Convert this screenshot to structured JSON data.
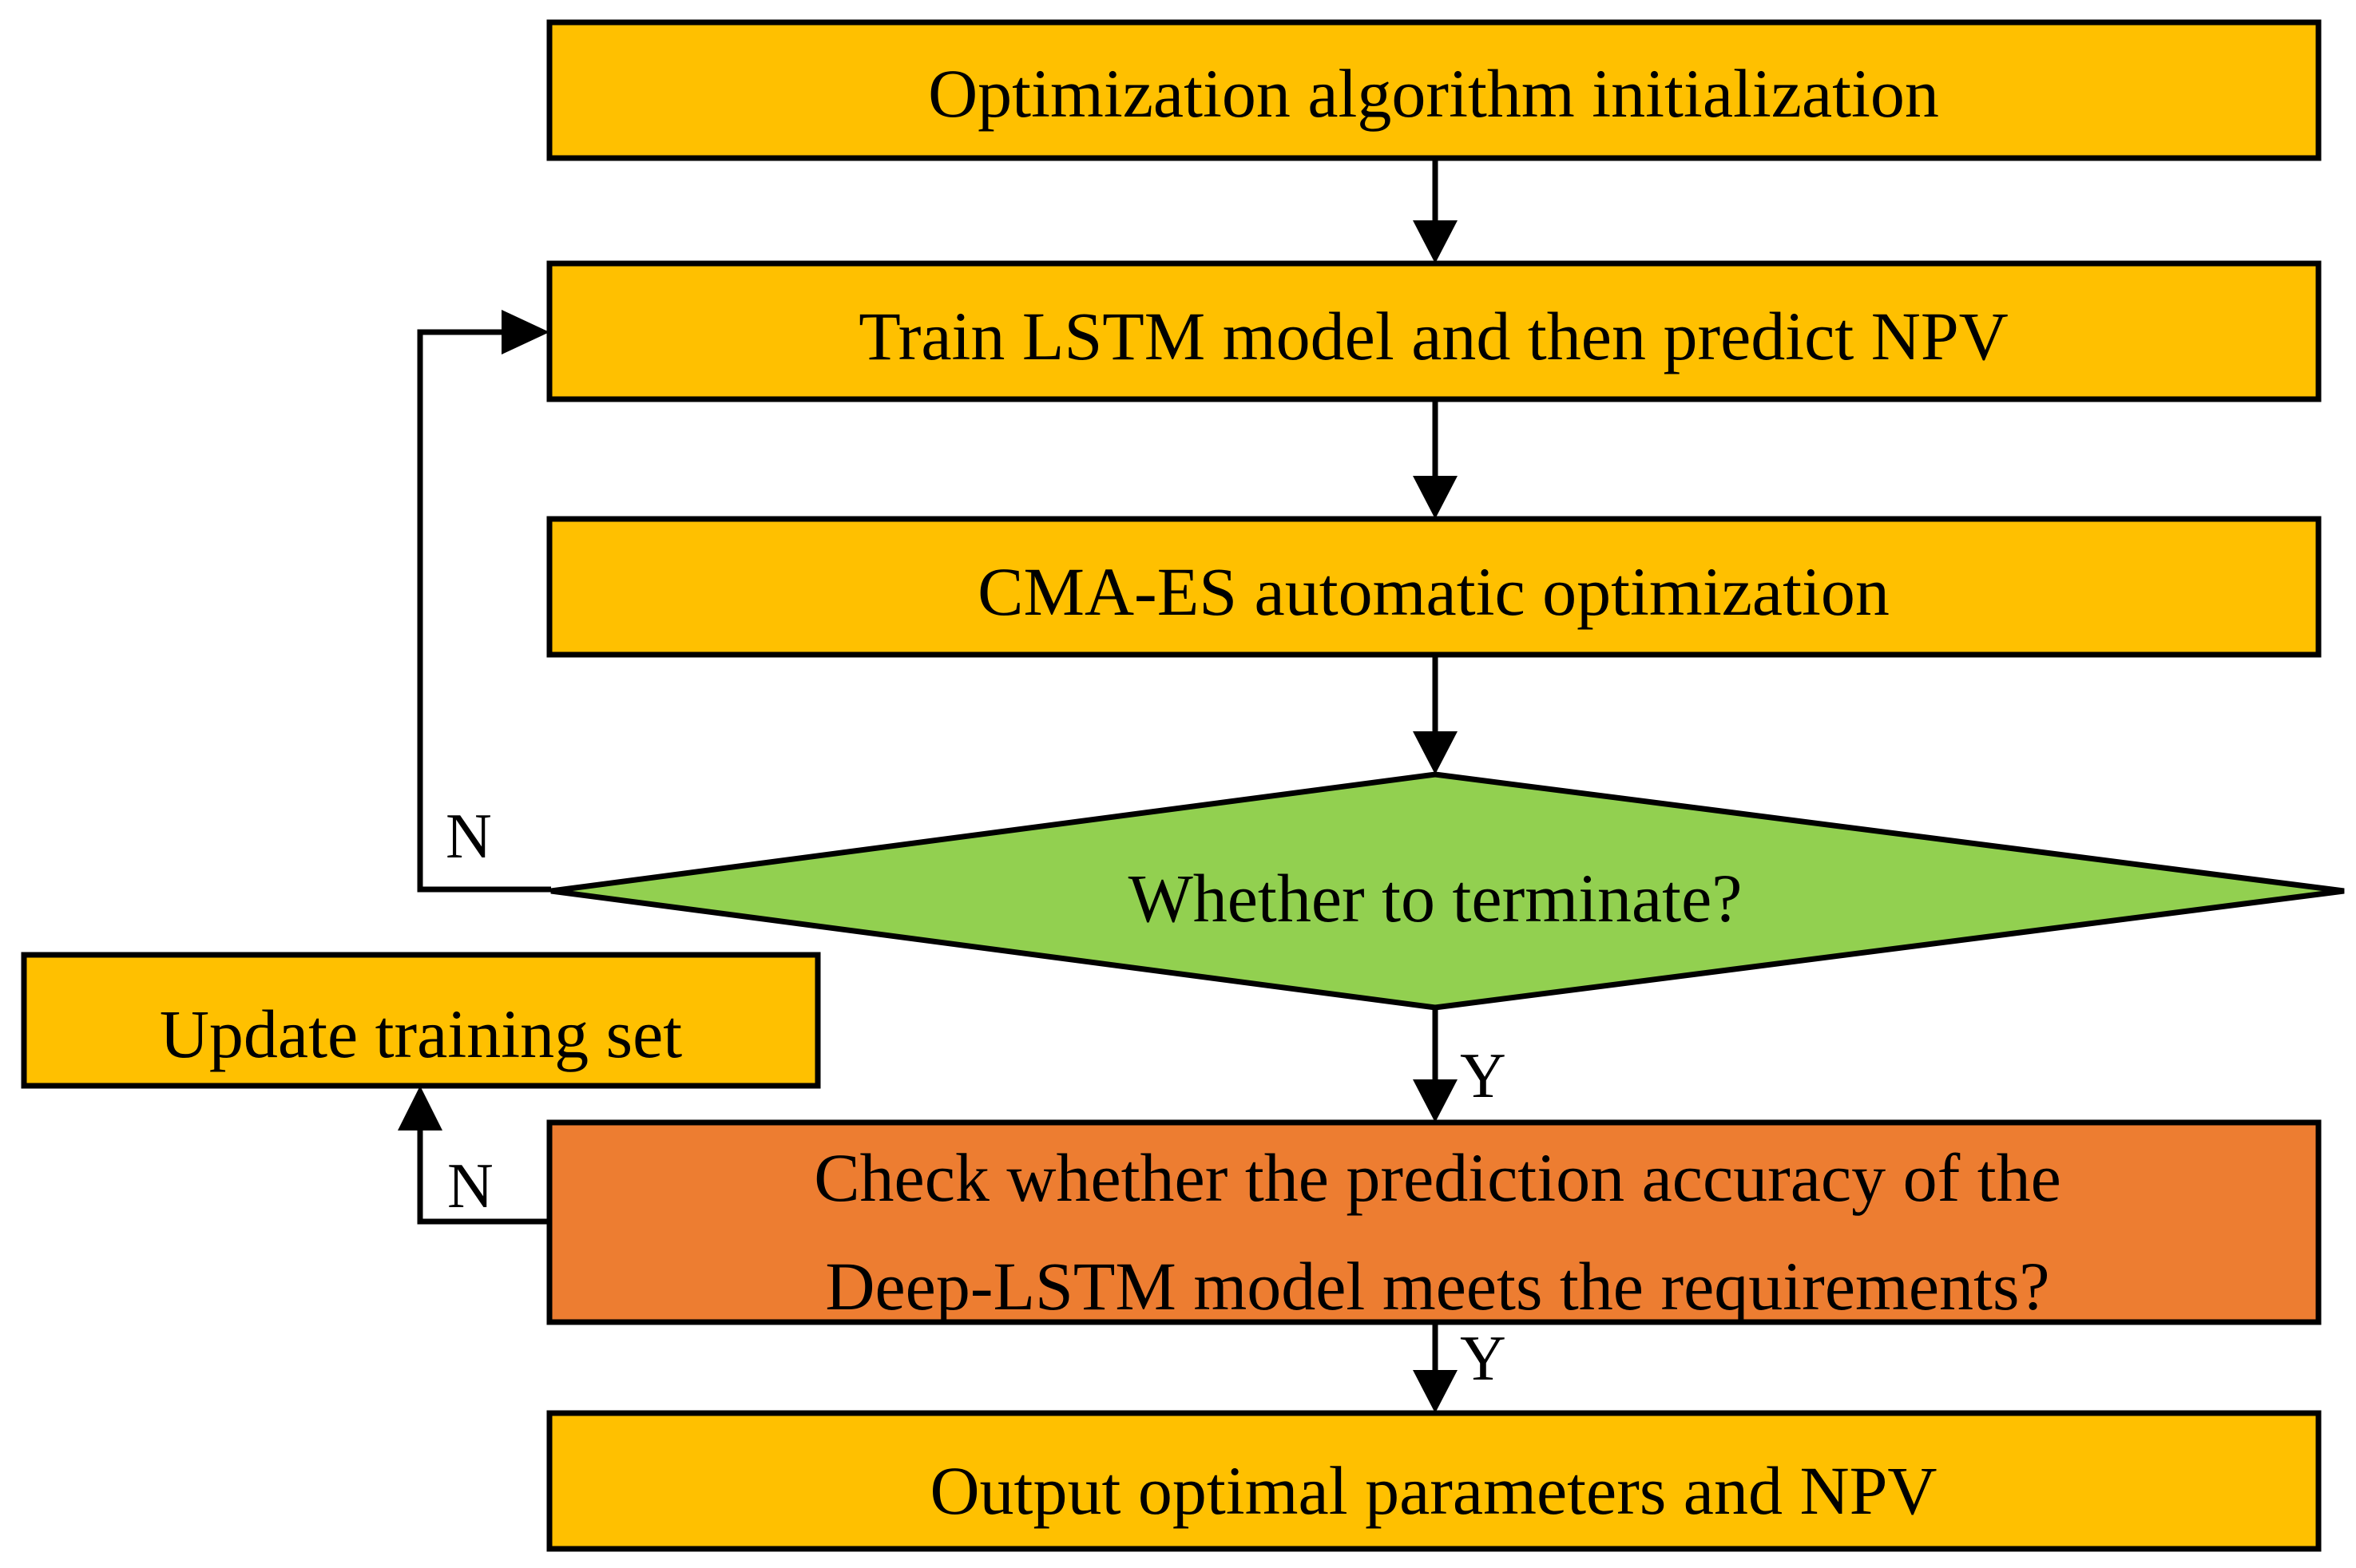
{
  "colors": {
    "process_fill": "#FFC000",
    "decision_fill": "#92D050",
    "check_fill": "#ED7D31",
    "stroke": "#000000"
  },
  "nodes": {
    "init": "Optimization algorithm initialization",
    "train": "Train LSTM model and then predict NPV",
    "cmaes": "CMA-ES automatic optimization",
    "terminate": "Whether to terminate?",
    "update": "Update training set",
    "check_line1": "Check whether the prediction accuracy of the",
    "check_line2": "Deep-LSTM model meets the requirements?",
    "output": "Output optimal parameters and NPV"
  },
  "edge_labels": {
    "terminate_no": "N",
    "terminate_yes": "Y",
    "check_no": "N",
    "check_yes": "Y"
  }
}
